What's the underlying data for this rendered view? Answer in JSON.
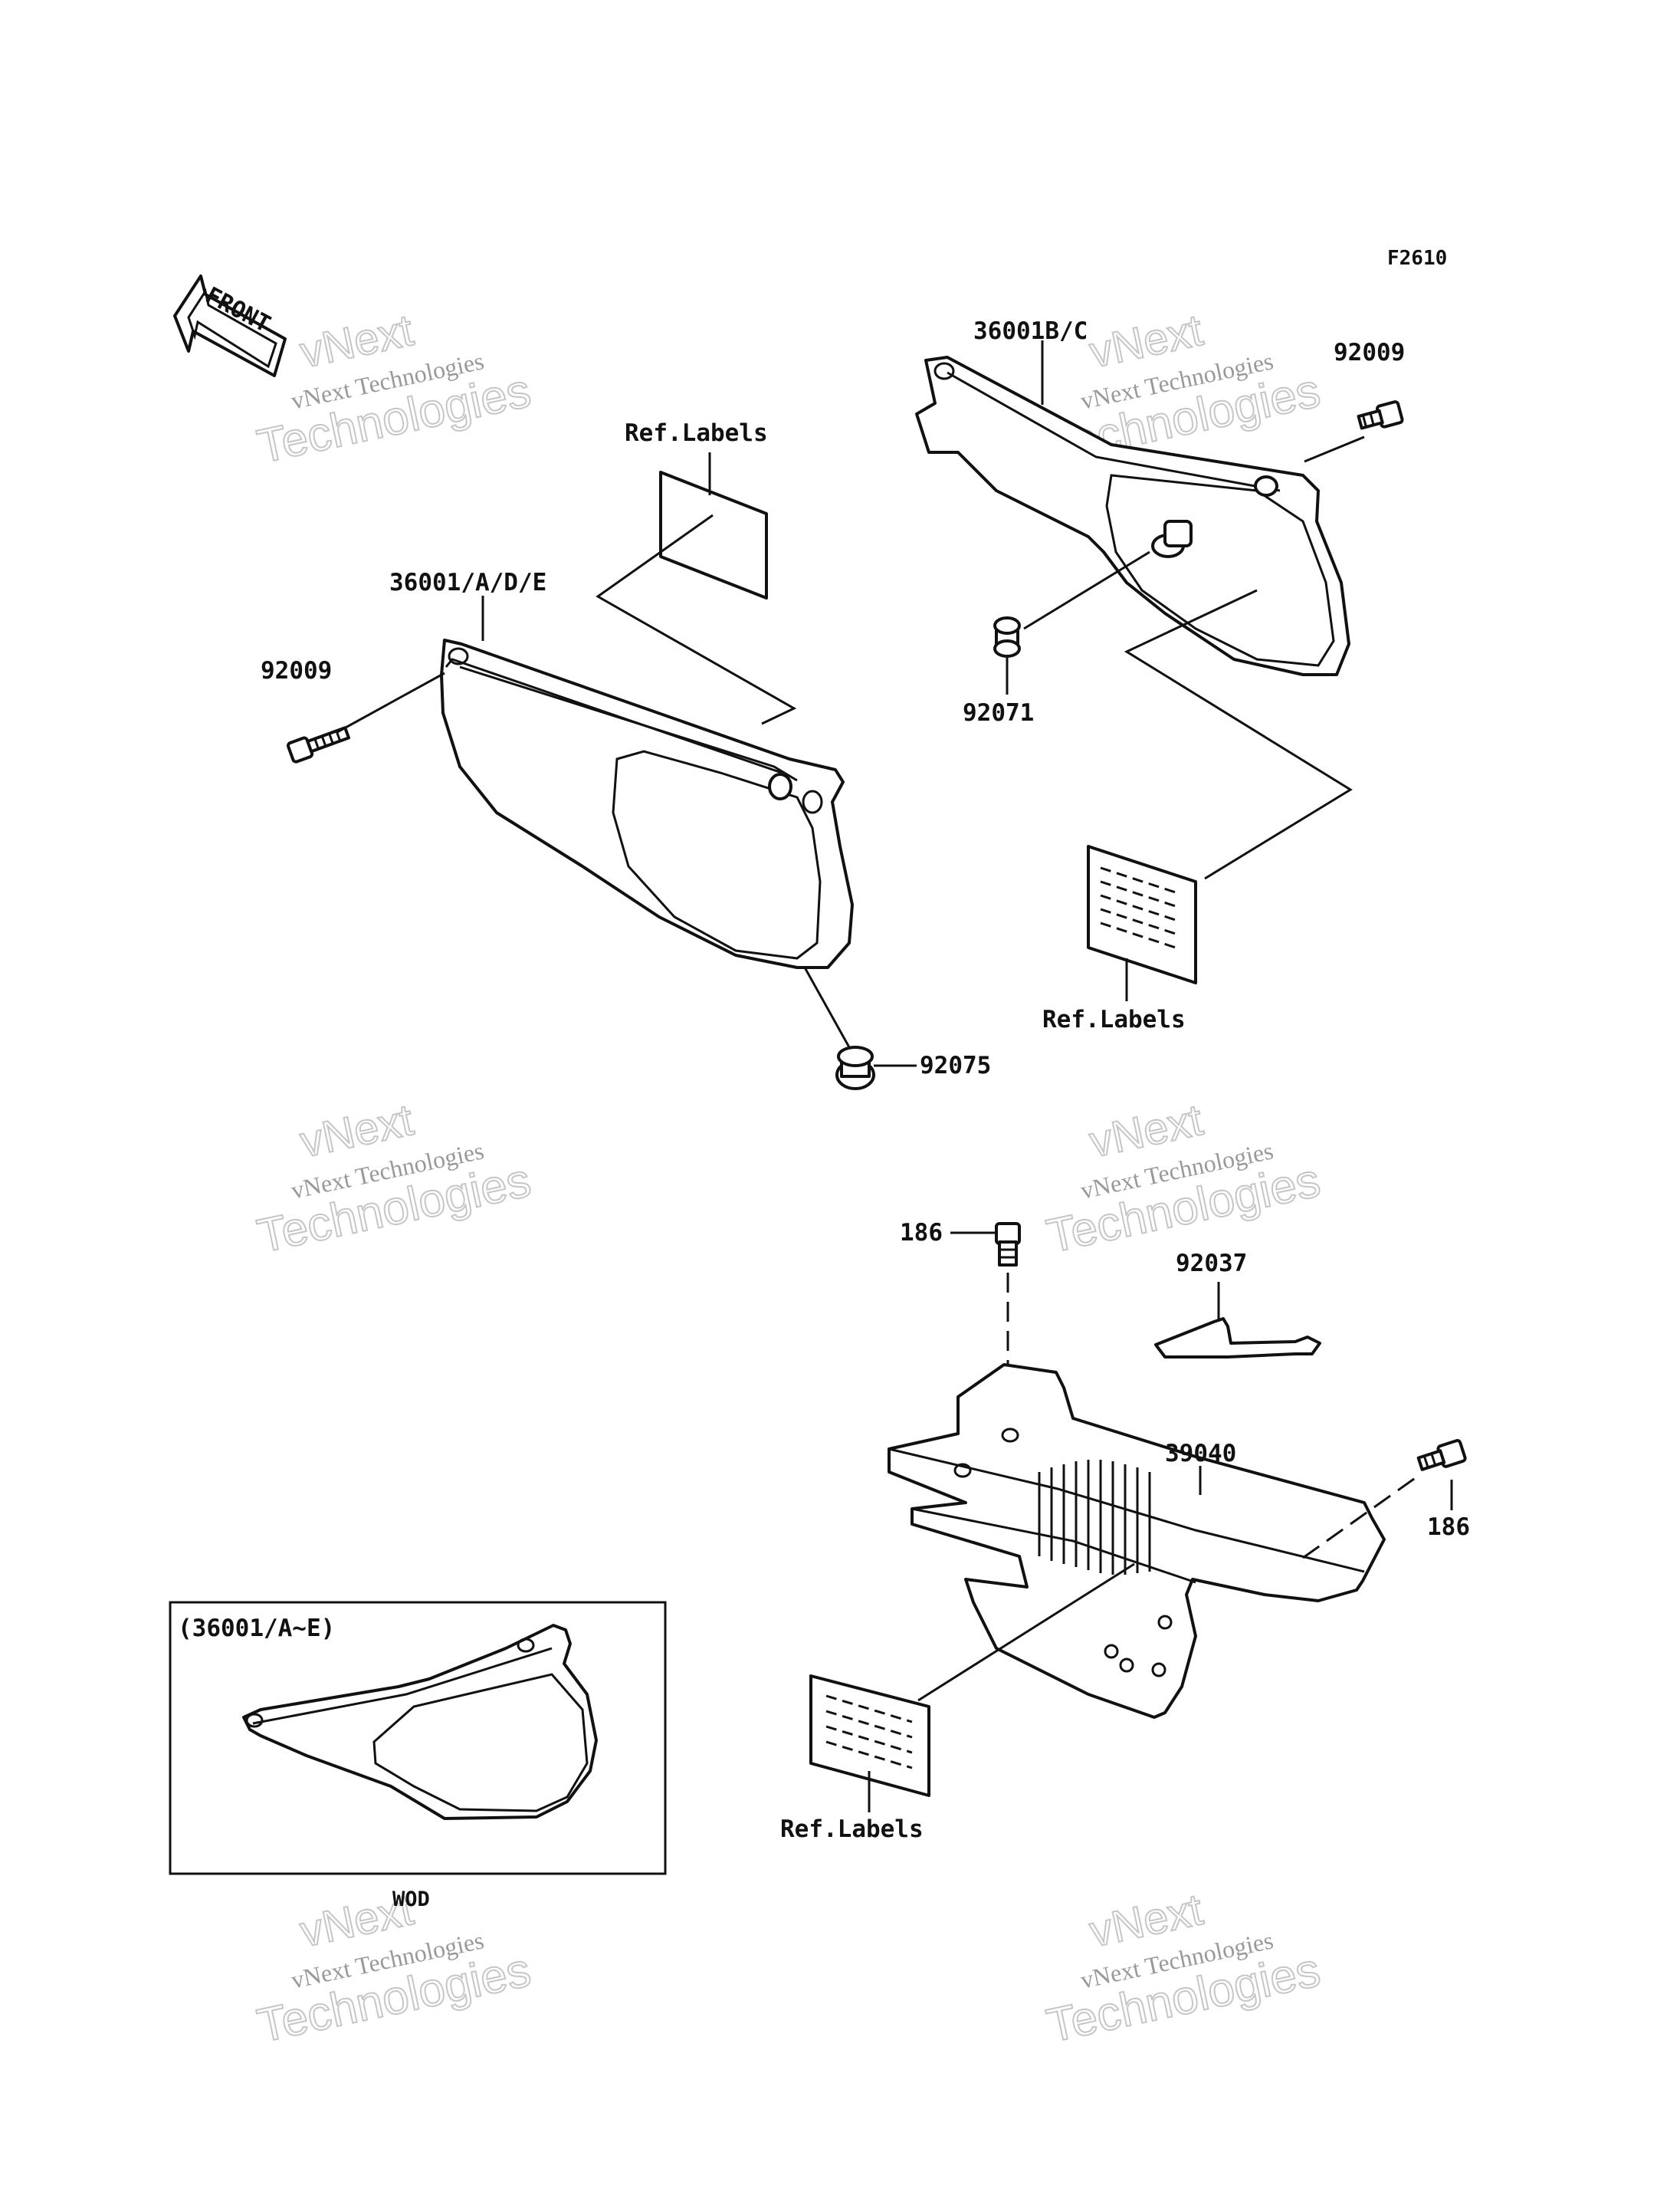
{
  "figure_code": "F2610",
  "front_badge": "FRONT",
  "watermark": {
    "line1": "vNext",
    "line2": "vNext Technologies",
    "line3": "Technologies"
  },
  "callouts": {
    "ref_labels_top_left": "Ref.Labels",
    "side_cover_left": "36001/A/D/E",
    "bolt_left": "92009",
    "grommet_left": "92075",
    "side_cover_right": "36001B/C",
    "bolt_right": "92009",
    "grommet_right": "92071",
    "ref_labels_right": "Ref.Labels",
    "bolt_top_guard": "186",
    "clamp": "92037",
    "chain_guard": "39040",
    "bolt_right_guard": "186",
    "ref_labels_bottom": "Ref.Labels"
  },
  "inset": {
    "title": "(36001/A~E)",
    "caption": "WOD"
  }
}
